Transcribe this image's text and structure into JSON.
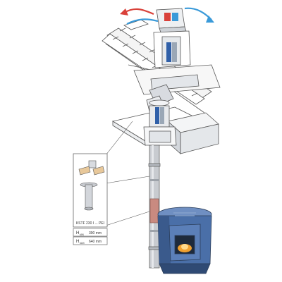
{
  "diagram": {
    "inset": {
      "part_code": "KSTF 230 I ... PEI",
      "rows": [
        {
          "symbol": "H",
          "subscript": "MIN",
          "value": "390 mm"
        },
        {
          "symbol": "H",
          "subscript": "MAX",
          "value": "640 mm"
        }
      ]
    },
    "colors": {
      "stove_body": "#4a6fa8",
      "flue_pipe": "#c8cbd0",
      "flue_band": "#c98a80",
      "cold_air_arrow": "#3a9ad9",
      "warm_air_arrow": "#d9413a",
      "fire_glow": "#f0a030"
    }
  }
}
